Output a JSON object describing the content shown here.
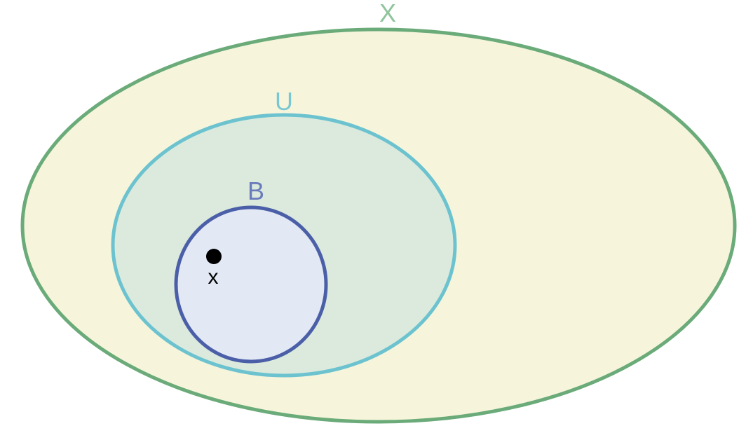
{
  "diagram": {
    "sets": [
      {
        "label": "X",
        "fill": "#f6f5dc",
        "stroke": "#6aab79",
        "text_color": "#8fc49c"
      },
      {
        "label": "U",
        "fill": "#dbeadd",
        "stroke": "#6cc3cf",
        "text_color": "#79c8d1"
      },
      {
        "label": "B",
        "fill": "#e3e8f5",
        "stroke": "#4b5fa8",
        "text_color": "#6a7bbb"
      }
    ],
    "point": {
      "label": "x",
      "color": "#000000"
    }
  }
}
